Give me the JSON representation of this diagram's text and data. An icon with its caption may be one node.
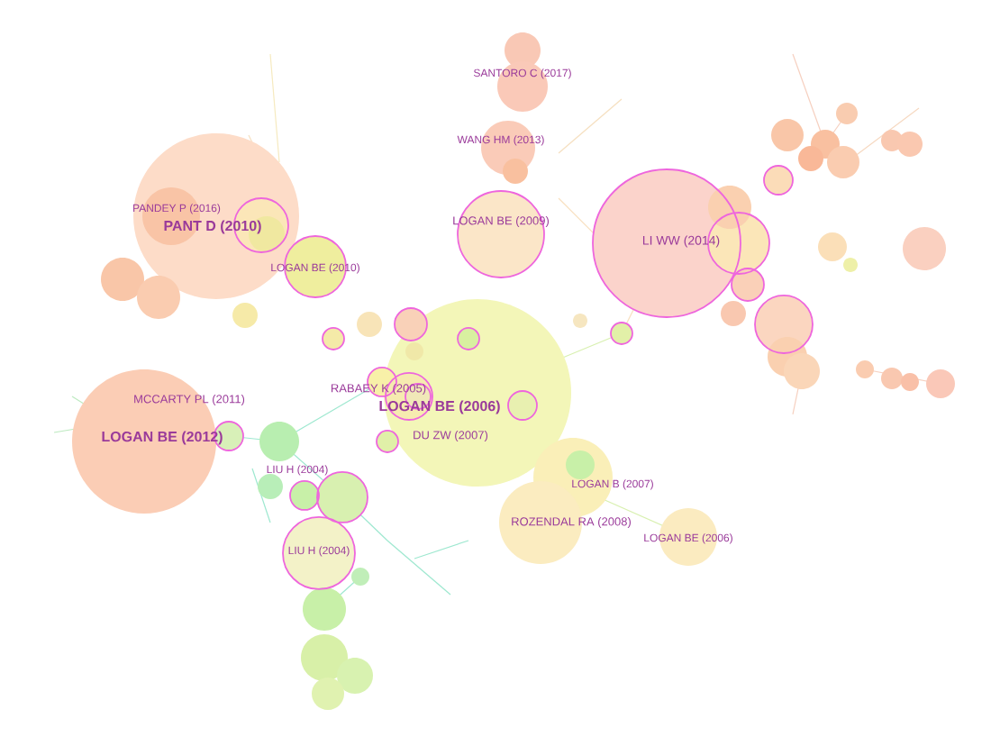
{
  "diagram": {
    "labels": [
      "SANTORO C (2017)",
      "WANG HM (2013)",
      "PANDEY P (2016)",
      "LOGAN BE (2009)",
      "PANT D (2010)",
      "LI WW (2014)",
      "LOGAN BE (2010)",
      "RABAEY K (2005)",
      "MCCARTY PL (2011)",
      "LOGAN BE (2006)",
      "DU ZW (2007)",
      "LOGAN BE (2012)",
      "LIU H (2004)",
      "LOGAN B (2007)",
      "ROZENDAL RA (2008)",
      "LOGAN BE (2006)",
      "LIU H (2004)"
    ]
  }
}
